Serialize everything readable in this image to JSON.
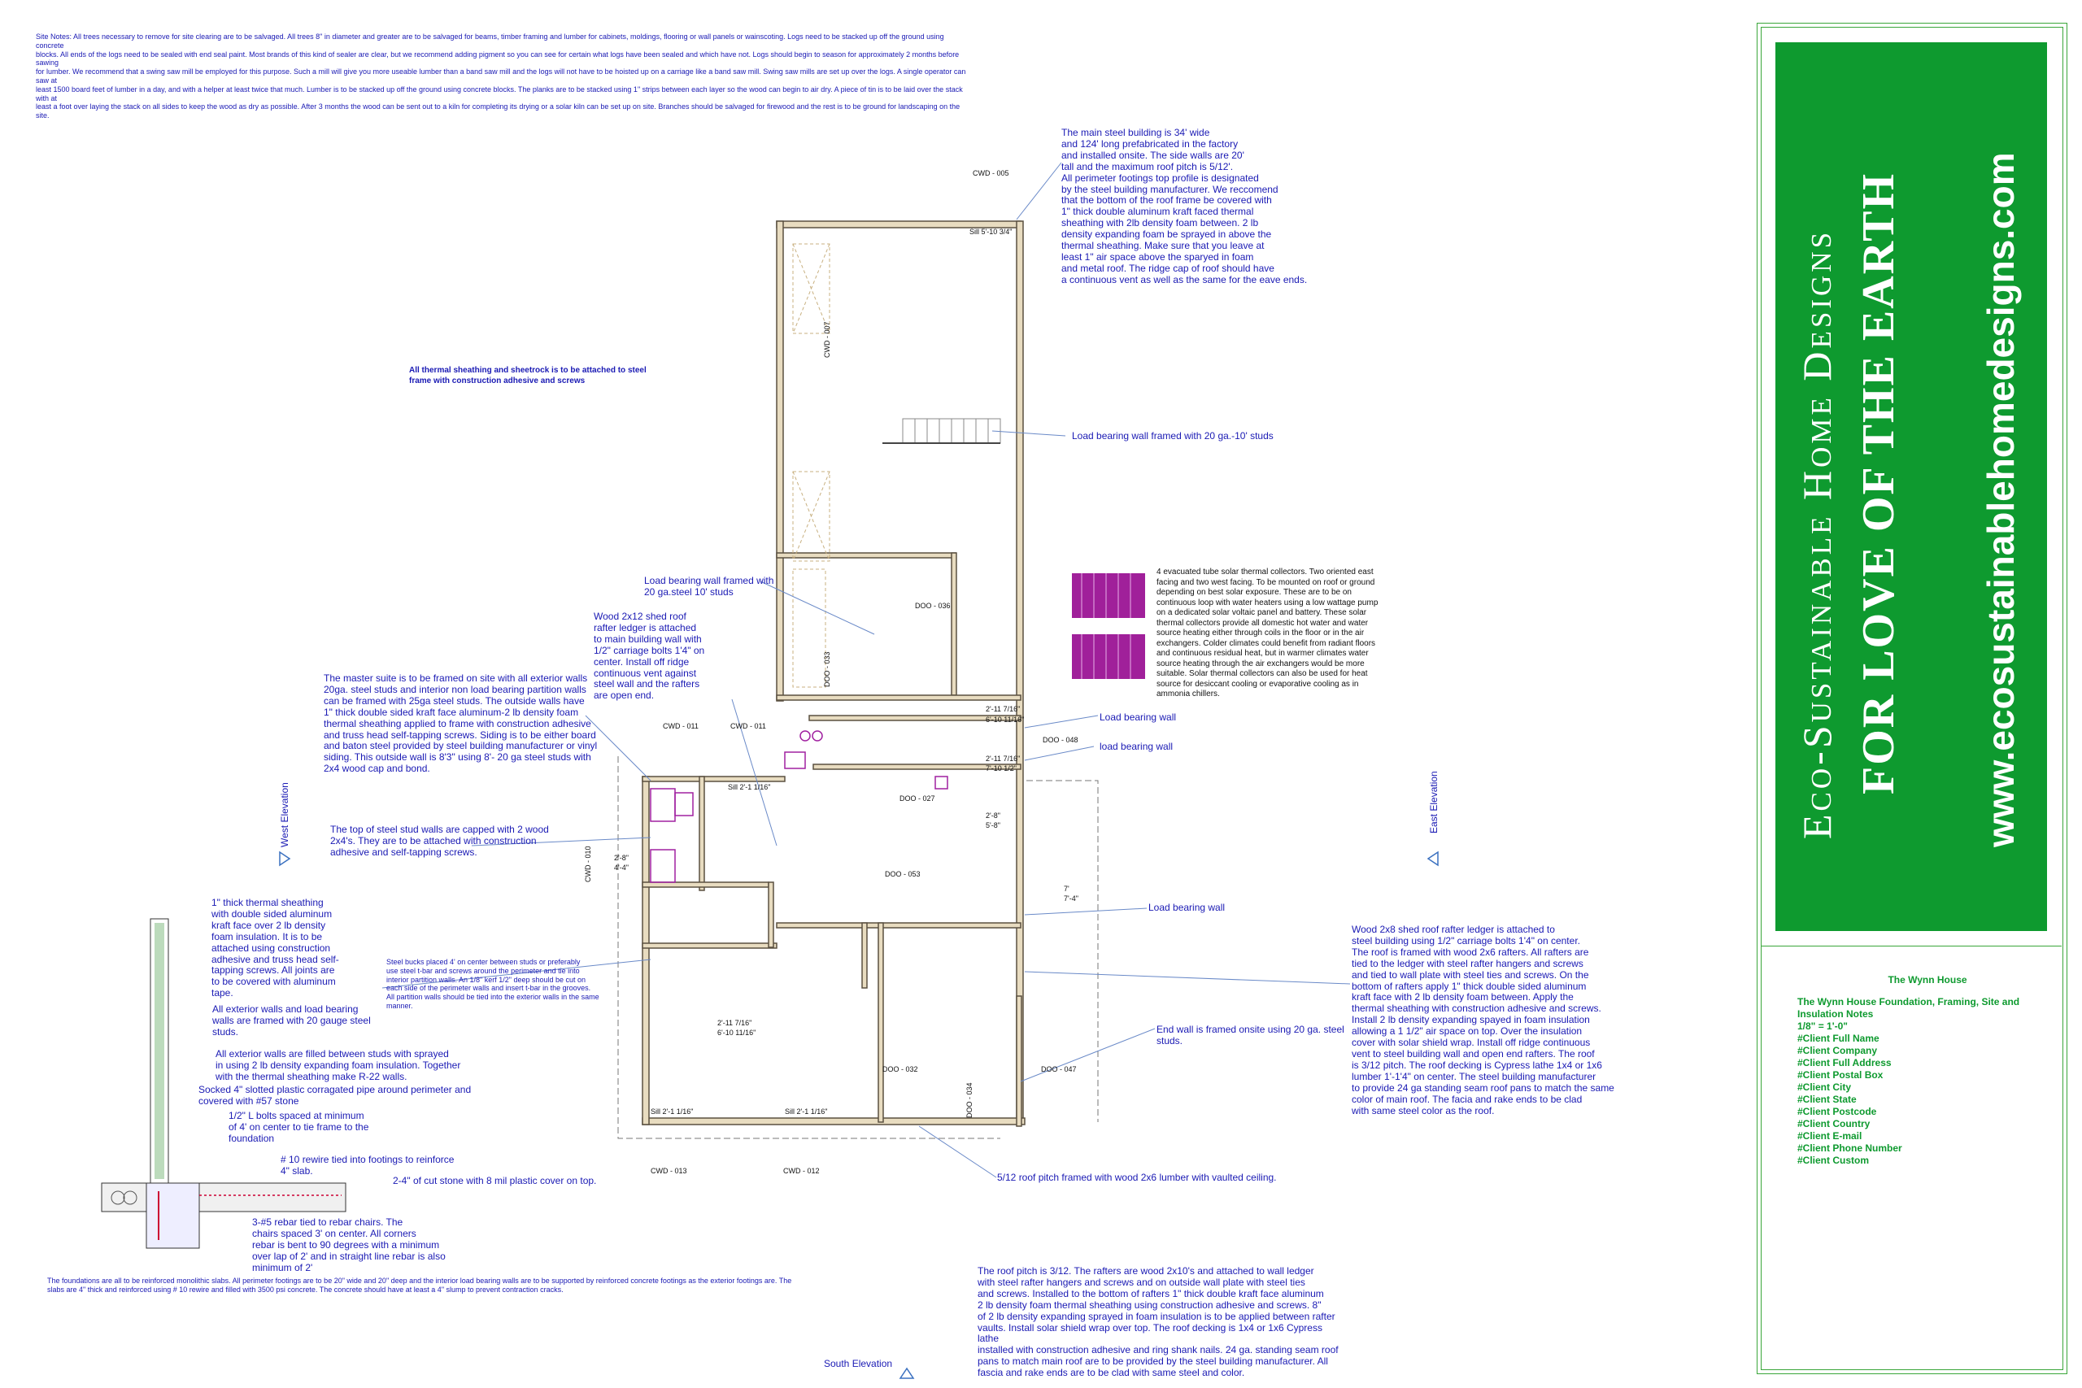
{
  "site_notes": "Site Notes: All trees necessary to remove for site clearing are to be salvaged.  All trees 8\" in diameter and greater are to be salvaged for beams, timber framing and lumber for cabinets, moldings, flooring or wall panels or wainscoting.  Logs need to be stacked up off the ground using concrete\nblocks.  All ends of the logs need to be sealed with end seal paint.  Most brands of this kind of sealer are clear, but we recommend adding pigment so you can see for certain what logs have been sealed and which have not.  Logs should begin to season for approximately 2 months before sawing\nfor lumber.  We recommend that a swing saw mill be employed for this purpose.  Such a mill will give you more useable lumber than a band saw mill and the logs will not have to be hoisted up on a carriage like a band saw mill.  Swing saw mills are set up over the logs.  A single operator can saw at\nleast 1500 board feet of lumber in a day, and with a helper at least twice that much. Lumber is to be stacked up off the ground using concrete blocks.  The planks are to be stacked using 1\" strips between each layer so the wood can begin to air dry.  A piece of tin is to be laid over the stack with at\nleast a foot over laying the stack on all sides to keep the wood as dry as possible.  After 3 months the wood can be sent out to a kiln for completing its drying or a solar kiln can be set up on site.  Branches should be salvaged for firewood and the rest is to be ground for landscaping on the site.",
  "notes": {
    "main_building": "The main steel building is 34' wide\nand 124' long prefabricated in the factory\nand installed onsite. The side walls are 20'\ntall and the maximum roof pitch is 5/12'.\nAll perimeter footings top profile is designated\nby the steel building manufacturer. We reccomend\nthat the bottom of the roof frame be covered with\n1\" thick double aluminum kraft faced thermal\nsheathing with 2lb density foam between. 2 lb\ndensity expanding foam be sprayed in above the\nthermal sheathing. Make sure that you leave at\nleast 1\" air space above the sparyed in foam\nand metal roof. The ridge cap of roof should have\na continuous vent as well as the same for the eave ends.",
    "thermal_sheathing": "All thermal sheathing and sheetrock is to be attached to steel\nframe with construction adhesive and screws",
    "load_bearing_20ga_10": "Load bearing wall framed with 20 ga.-10' studs",
    "solar": "4 evacuated tube solar thermal collectors.  Two oriented east\nfacing and two west facing.  To be mounted on roof or ground\ndepending on best solar exposure.  These are to be on\ncontinuous loop with water heaters using a low wattage pump\non a dedicated solar voltaic panel and battery.  These solar\nthermal collectors provide all domestic hot water and water\nsource heating either through coils in the floor or in the air\nexchangers.  Colder climates could benefit from radiant floors\nand continuous residual heat, but in warmer climates water\nsource heating through the air exchangers would be more\nsuitable.  Solar thermal collectors can also be used for heat\nsource for desiccant cooling or evaporative cooling as in\nammonia chillers.",
    "load_bearing_20ga_steel": "Load bearing wall framed with\n20 ga.steel 10' studs",
    "shed_roof_2x12": "Wood  2x12 shed roof\nrafter ledger is attached\nto main building wall with\n1/2\" carriage bolts 1'4\" on\ncenter. Install off ridge\ncontinuous vent against\nsteel wall and the rafters\n are open end.",
    "master_suite": "The master suite is to be framed on site with all exterior walls\n20ga. steel studs and interior non load bearing partition walls\ncan be framed with 25ga steel studs. The outside walls have\n1\" thick double sided kraft face aluminum-2 lb density foam\nthermal sheathing applied to frame with construction adhesive\nand truss head self-tapping screws. Siding is to be either board\nand baton steel provided by steel building manufacturer or vinyl\nsiding. This outside wall is 8'3\" using 8'- 20 ga steel studs with\n2x4 wood cap and bond.",
    "load_bearing_1": "Load bearing wall",
    "load_bearing_2": "load bearing wall",
    "load_bearing_3": "Load bearing wall",
    "top_steel": "The top of  steel stud walls are capped with 2 wood\n2x4's. They are to be attached with construction\nadhesive and self-tapping screws.",
    "thermal_thick": "1\" thick thermal sheathing\nwith double sided aluminum\nkraft face over 2 lb density\nfoam insulation. It is to be\nattached using construction\nadhesive and truss head self-\ntapping screws. All joints are\nto be covered with aluminum\ntape.",
    "steel_bucks": "Steel bucks placed 4' on center between studs or preferably\nuse steel t-bar and screws around the perimeter and tie into\ninterior partition walls. An 1/8\" kerf 1/2\" deep should be cut on\neach side of the perimeter walls and insert t-bar in the grooves.\nAll partition walls should be tied into the exterior walls in the same\nmanner.",
    "exterior_walls": "All exterior walls and load bearing\nwalls are framed with 20 gauge steel\nstuds.",
    "filled_between": "All exterior walls are filled between studs with sprayed\nin using 2 lb density expanding foam insulation. Together\nwith the thermal sheathing make R-22 walls.",
    "slotted_pipe": "Socked 4\" slotted plastic corragated pipe around perimeter and\ncovered with #57 stone",
    "l_bolts": "1/2\" L bolts spaced at minimum\nof 4' on center to tie frame to the\nfoundation",
    "rewire": "# 10 rewire tied into footings to reinforce\n4\" slab.",
    "cut_stone": "2-4\" of cut stone with 8 mil plastic cover on top.",
    "rebar": "3-#5 rebar tied to rebar chairs. The\nchairs spaced 3' on center. All corners\nrebar is bent to 90 degrees with a minimum\nover lap of 2' and in straight line rebar is also\nminimum of 2'",
    "foundations": "The foundations are all to be reinforced monolithic slabs. All perimeter footings are to be 20\" wide and 20\" deep and the interior load bearing walls are to be supported by reinforced concrete footings as the exterior footings are. The\nslabs are 4\" thick and reinforced using # 10 rewire and filled with 3500 psi concrete. The concrete should have at least a 4\" slump to prevent contraction cracks.",
    "shed_roof_2x8": "Wood 2x8 shed roof rafter ledger is attached to\nsteel building using 1/2\" carriage bolts 1'4\" on center.\nThe roof is framed with wood 2x6 rafters. All rafters are\ntied to the ledger with steel rafter hangers and screws\nand tied to wall plate with steel ties and screws. On the\nbottom of rafters apply 1\" thick double sided aluminum\nkraft face with 2 lb density foam between. Apply the\nthermal sheathing with construction adhesive and screws.\nInstall 2 lb density expanding spayed in foam insulation\nallowing a 1 1/2\" air space on top. Over the insulation\ncover with solar shield wrap. Install off ridge continuous\nvent to steel building wall and open end rafters. The roof\nis 3/12 pitch. The roof decking is Cypress lathe 1x4 or 1x6\nlumber 1'-1'4\" on center. The steel building manufacturer\nto provide 24 ga standing seam roof pans to match the same\ncolor of main roof. The facia and rake ends to be clad\nwith same steel color as the roof.",
    "end_wall": "End wall is framed onsite using 20 ga. steel\nstuds.",
    "roof_512": "5/12 roof pitch framed with wood 2x6 lumber with vaulted ceiling.",
    "roof_312": "The roof pitch is 3/12. The rafters are wood 2x10's and attached to wall ledger\nwith steel rafter hangers and screws and on outside wall plate with steel ties\nand screws. Installed to the bottom of rafters 1\" thick double kraft face aluminum\n2 lb density foam thermal sheathing using construction adhesive and screws. 8\"\nof 2 lb density expanding sprayed in foam insulation is to be applied between rafter\nvaults. Install solar shield wrap over top. The roof decking is 1x4 or 1x6 Cypress lathe\ninstalled with construction adhesive and ring shank nails.  24 ga. standing seam roof\npans to match main roof are to be provided by the steel building manufacturer. All\nfascia and rake ends are to be clad with same steel and color."
  },
  "elevations": {
    "west": "West Elevation",
    "east": "East Elevation",
    "south": "South Elevation"
  },
  "plan_labels": {
    "cwd005": "CWD - 005",
    "cwd007": "CWD - 007",
    "cwd011a": "CWD - 011",
    "cwd011b": "CWD - 011",
    "cwd010": "CWD - 010",
    "cwd013": "CWD - 013",
    "cwd012": "CWD - 012",
    "doo036": "DOO - 036",
    "doo033": "DOO - 033",
    "doo048": "DOO - 048",
    "doo027": "DOO - 027",
    "doo053": "DOO - 053",
    "doo032": "DOO - 032",
    "doo047": "DOO - 047",
    "doo034": "DOO - 034",
    "sill1": "Sill 5'-10 3/4\"",
    "sill2": "Sill 2'-1 1/16\"",
    "sill3": "Sill 2'-1 1/16\"",
    "sill4": "Sill 2'-1 1/16\"",
    "dim_a": "2'-11 7/16\"",
    "dim_b": "6'-10 11/16\"",
    "dim_c": "2'-11 7/16\"",
    "dim_d": "7'-10 1/2\"",
    "dim_e": "2'-8\"",
    "dim_f": "5'-8\"",
    "dim_g": "7'",
    "dim_h": "7'-4\"",
    "dim_i": "2'-8\"",
    "dim_j": "4'-4\"",
    "dim_k": "2'-11 7/16\"",
    "dim_l": "6'-10 11/16\""
  },
  "title_block": {
    "brand": "Eco-Sustainable Home Designs",
    "tagline": "FOR LOVE OF THE EARTH",
    "url": "www.ecosustainablehomedesigns.com",
    "project": "The Wynn House",
    "sheet": "The Wynn House Foundation, Framing, Site and Insulation Notes",
    "scale": "1/8\"   =   1'-0\"",
    "fields": [
      "#Client Full Name",
      "#Client Company",
      "#Client Full Address",
      "#Client Postal Box",
      "#Client City",
      "#Client State",
      "#Client Postcode",
      "#Client Country",
      "#Client E-mail",
      "#Client Phone Number",
      "#Client Custom"
    ]
  },
  "colors": {
    "note_text": "#1a1ab4",
    "brand_green": "#0e9a2f",
    "wall": "#8a8060",
    "wall_fill": "#e8dcc0",
    "solar_panel": "#a0209a",
    "leader": "#6a8ac8"
  }
}
